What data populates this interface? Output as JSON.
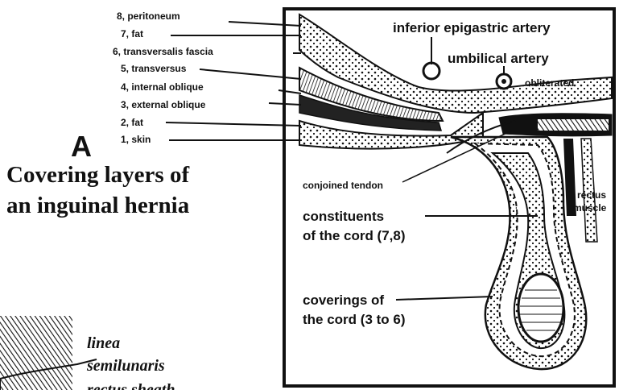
{
  "figure": {
    "panel_letter": "A",
    "title_line1": "Covering layers of",
    "title_line2": "an inguinal hernia"
  },
  "layer_labels": [
    {
      "number": "8",
      "name": "8, peritoneum"
    },
    {
      "number": "7",
      "name": "7, fat"
    },
    {
      "number": "6",
      "name": "6, transversalis fascia"
    },
    {
      "number": "5",
      "name": "5, transversus"
    },
    {
      "number": "4",
      "name": "4, internal oblique"
    },
    {
      "number": "3",
      "name": "3, external oblique"
    },
    {
      "number": "2",
      "name": "2, fat"
    },
    {
      "number": "1",
      "name": "1, skin"
    }
  ],
  "annotations": {
    "inferior_epigastric_artery": "inferior epigastric artery",
    "umbilical_artery": "umbilical artery",
    "obliterated": "obliterated",
    "conjoined_tendon": "conjoined tendon",
    "rectus": "rectus",
    "muscle": "muscle",
    "constituents_line1": "constituents",
    "constituents_line2": "of the cord (7,8)",
    "coverings_line1": "coverings of",
    "coverings_line2": "the cord (3 to 6)"
  },
  "lower_left": {
    "line1": "linea",
    "line2": "semilunaris",
    "line3": "rectus sheath"
  }
}
